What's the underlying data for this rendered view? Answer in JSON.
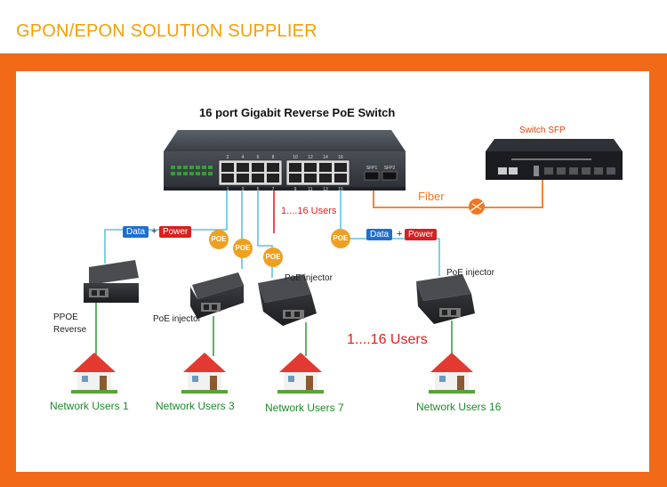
{
  "header": {
    "title": "GPON/EPON SOLUTION SUPPLIER"
  },
  "diagram": {
    "switch_title": "16 port Gigabit Reverse PoE Switch",
    "switch_sfp_label": "Switch SFP",
    "fiber_label": "Fiber",
    "sfp_ports": [
      "SFP1",
      "SFP2"
    ],
    "port_numbers_top": [
      "2",
      "4",
      "6",
      "8",
      "10",
      "12",
      "14",
      "16"
    ],
    "port_numbers_bottom": [
      "1",
      "3",
      "5",
      "7",
      "9",
      "11",
      "13",
      "15"
    ],
    "users_range_small": "1....16 Users",
    "users_range_big": "1....16 Users",
    "tag_data": "Data",
    "tag_plus": "+",
    "tag_power": "Power",
    "poe_badge": "POE",
    "injectors": {
      "reverse": "PPOE\nReverse",
      "inj3": "PoE injector",
      "inj7": "PoE injector",
      "inj16": "PoE injector"
    },
    "users": {
      "u1": "Network Users 1",
      "u3": "Network Users 3",
      "u7": "Network Users 7",
      "u16": "Network Users 16"
    },
    "colors": {
      "accent_orange": "#f26a18",
      "title_yellow": "#f5a000",
      "user_green": "#1b8a2a",
      "cable_blue": "#5fc4e0",
      "cable_green": "#3aa040",
      "cable_red": "#e02020",
      "poe_badge": "#f0a020"
    }
  }
}
